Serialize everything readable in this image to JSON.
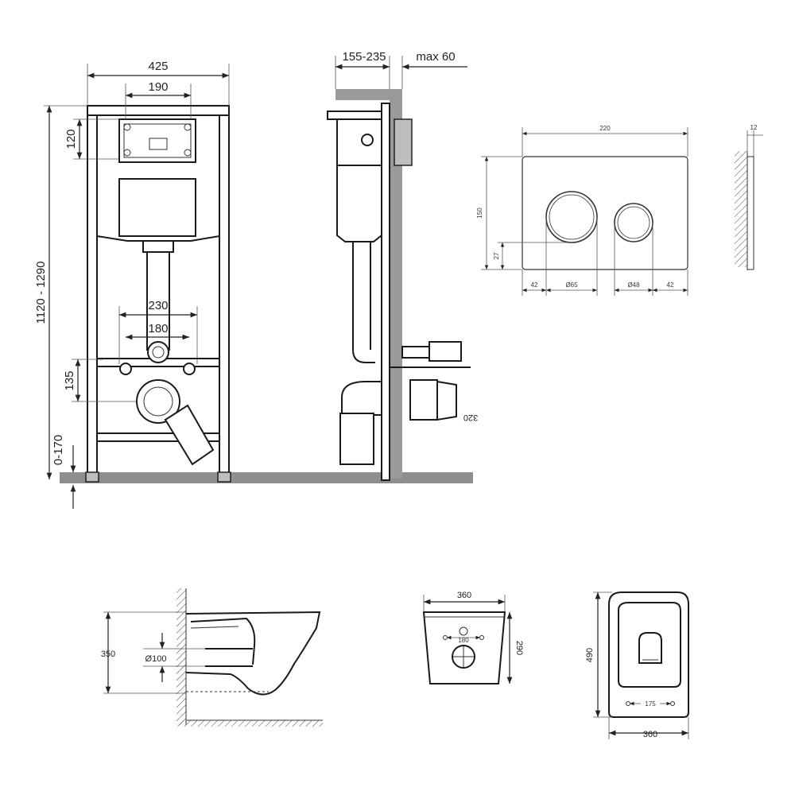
{
  "front_view": {
    "width_total": "425",
    "width_panel": "190",
    "height_range": "1120 - 1290",
    "height_button": "120",
    "bolt_spacing_outer": "230",
    "bolt_spacing_inner": "180",
    "drain_height": "135",
    "foot_adjust": "0-170"
  },
  "side_view": {
    "depth_range": "155-235",
    "depth_max": "max 60",
    "drain_label": "320"
  },
  "flush_plate": {
    "width": "220",
    "height": "150",
    "thickness": "12",
    "offset_bottom": "27",
    "margin_left": "42",
    "big_button_dia": "Ø65",
    "small_button_dia": "Ø48",
    "margin_right": "42"
  },
  "bowl_side": {
    "height": "350",
    "outlet_dia": "Ø100"
  },
  "bowl_back": {
    "width": "360",
    "height": "290",
    "hole_spacing": "180"
  },
  "bowl_top": {
    "length": "490",
    "width": "360",
    "hole_spacing": "175"
  }
}
